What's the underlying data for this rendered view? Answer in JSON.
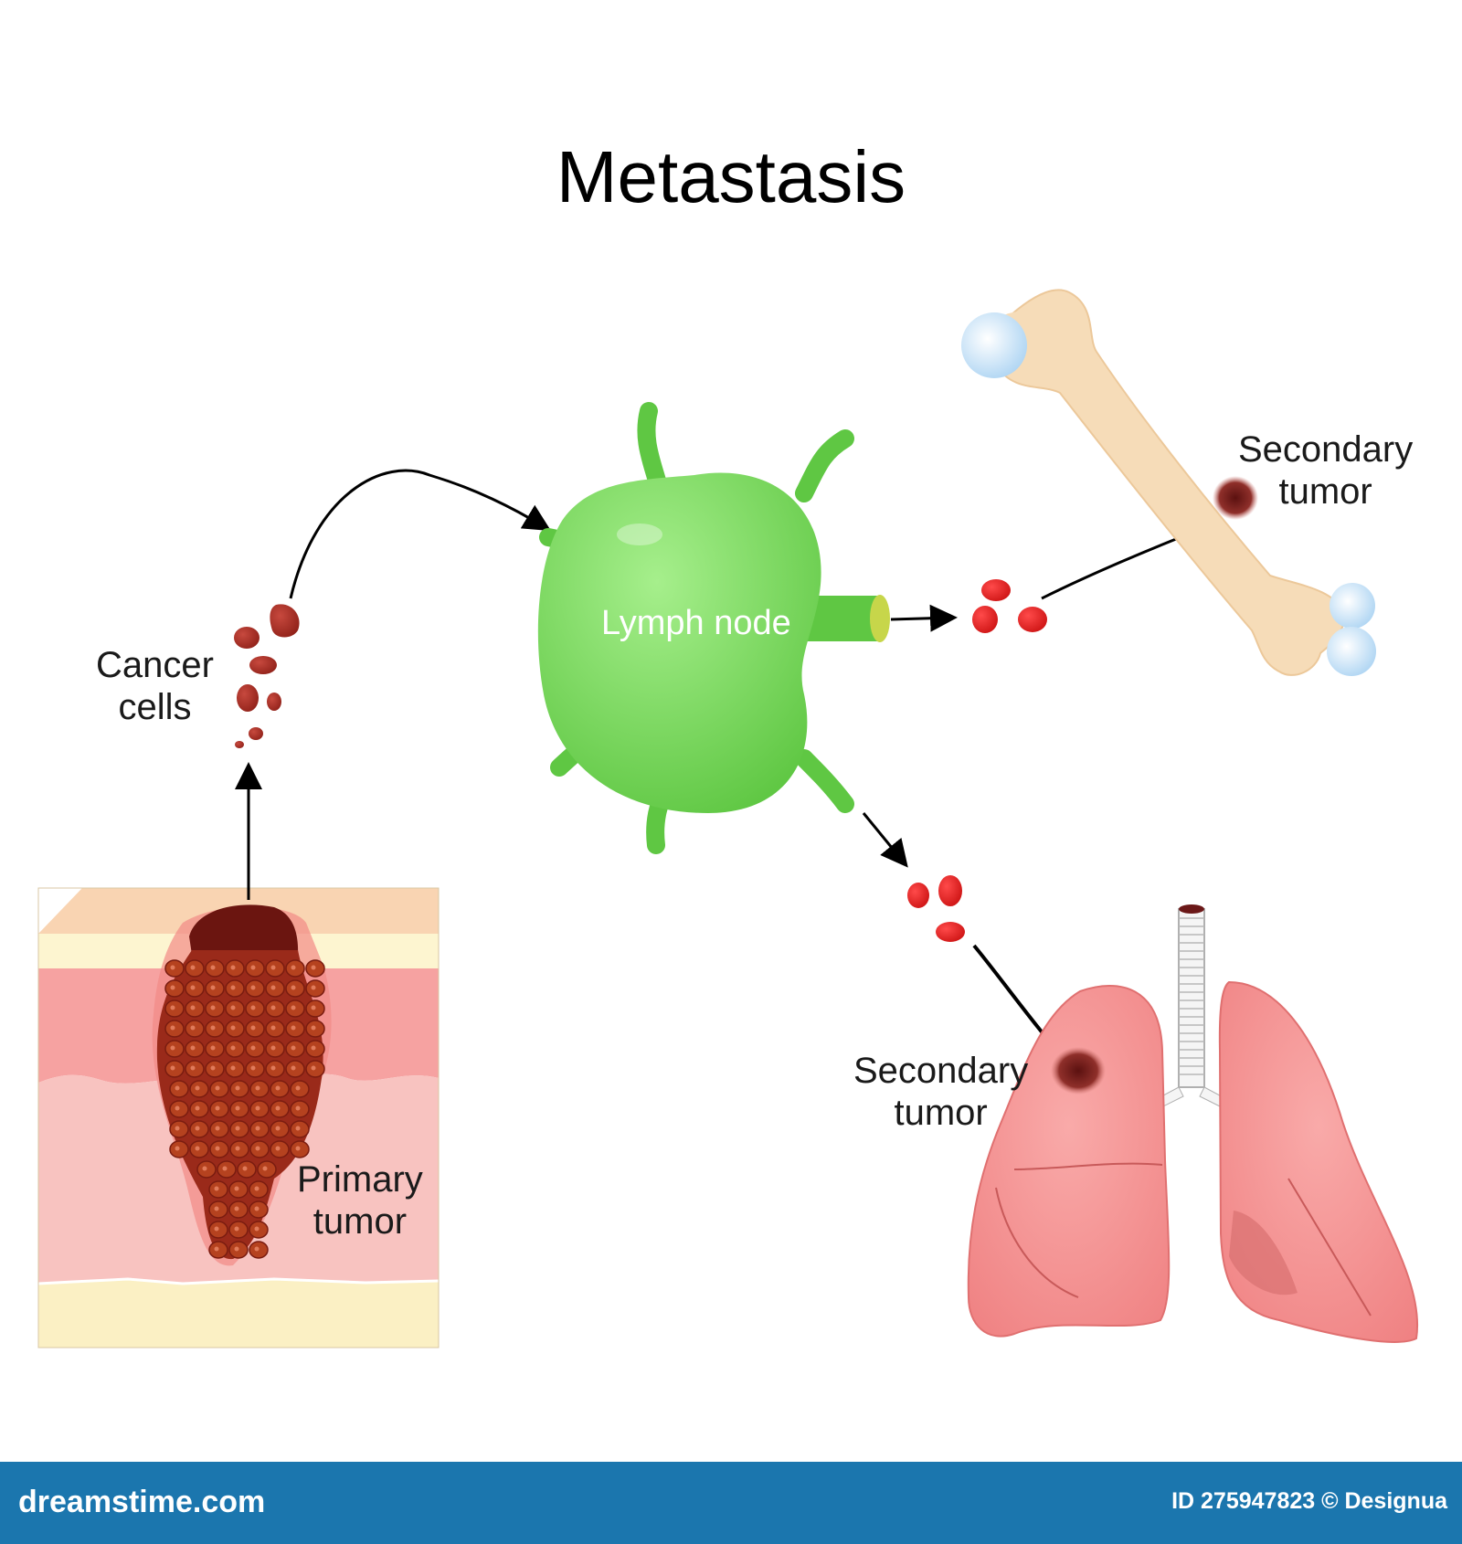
{
  "title": "Metastasis",
  "labels": {
    "cancer_cells_line1": "Cancer",
    "cancer_cells_line2": "cells",
    "lymph_node": "Lymph node",
    "primary_tumor_line1": "Primary",
    "primary_tumor_line2": "tumor",
    "bone_secondary_line1": "Secondary",
    "bone_secondary_line2": "tumor",
    "lung_secondary_line1": "Secondary",
    "lung_secondary_line2": "tumor"
  },
  "footer": {
    "brand": "dreamstime.com",
    "image_id": "ID 275947823 © Designua"
  },
  "colors": {
    "footer_bg": "#1b76ae",
    "lymph_node": "#76d65a",
    "cancer_cell": "#a0261c",
    "lung": "#f28d8d",
    "bone": "#f6dcb8",
    "skin_top": "#fbe2c3",
    "dermis": "#f6a0a0"
  }
}
